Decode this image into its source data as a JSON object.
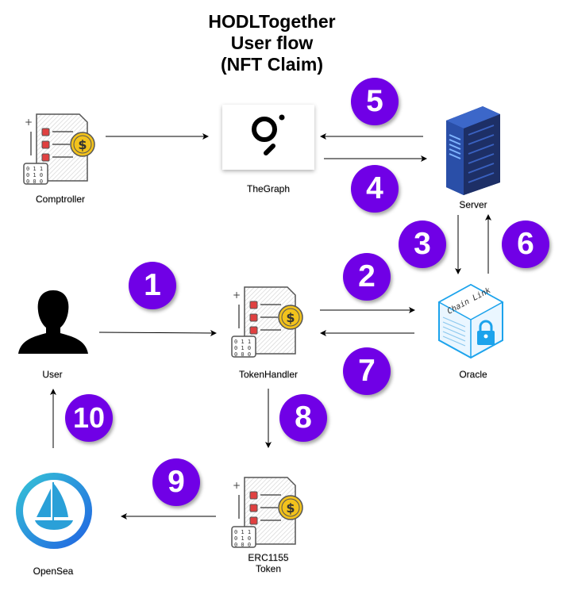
{
  "title": {
    "line1": "HODLTogether",
    "line2": "User flow",
    "line3": "(NFT Claim)"
  },
  "nodes": {
    "comptroller": {
      "label": "Comptroller",
      "icon": "contract-icon"
    },
    "thegraph": {
      "label": "TheGraph",
      "icon": "thegraph-logo-icon"
    },
    "server": {
      "label": "Server",
      "icon": "server-icon"
    },
    "user": {
      "label": "User",
      "icon": "user-silhouette-icon"
    },
    "tokenhandler": {
      "label": "TokenHandler",
      "icon": "contract-icon"
    },
    "oracle": {
      "label": "Oracle",
      "icon": "chainlink-oracle-icon",
      "badge_text": "Chain Link"
    },
    "erc1155": {
      "label_line1": "ERC1155",
      "label_line2": "Token",
      "icon": "contract-icon"
    },
    "opensea": {
      "label": "OpenSea",
      "icon": "opensea-logo-icon"
    }
  },
  "steps": [
    "1",
    "2",
    "3",
    "4",
    "5",
    "6",
    "7",
    "8",
    "9",
    "10"
  ],
  "colors": {
    "badge": "#7000e6",
    "arrow": "#000000",
    "server": "#1d3f8f",
    "opensea": "#2081e2"
  }
}
